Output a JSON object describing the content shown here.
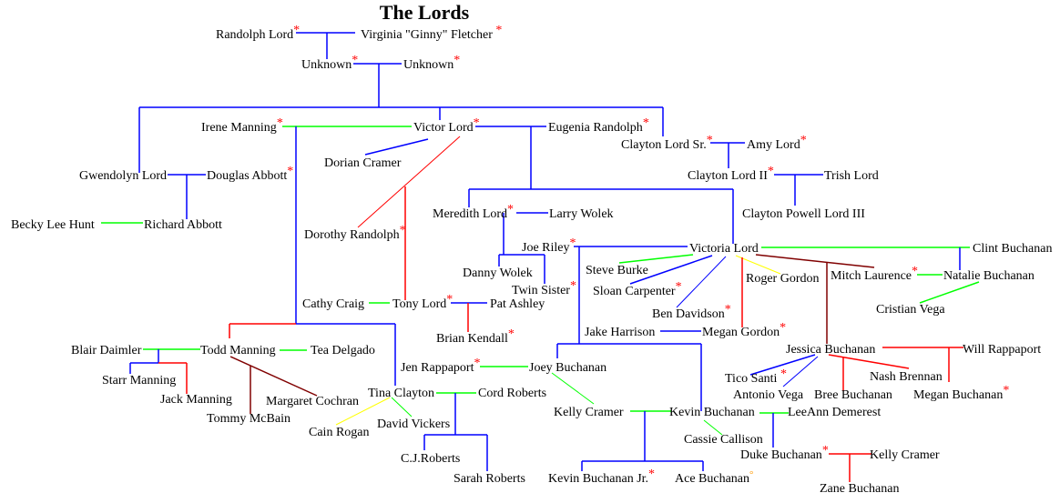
{
  "title": "The Lords",
  "colors": {
    "marriage": "#0000ff",
    "relationship": "#00ff00",
    "child": "#ff0000",
    "affair": "#800000",
    "other": "#ffff00",
    "deceased_marker": "#ff0000",
    "special_marker": "#ff9900"
  },
  "people": [
    {
      "name": "Randolph Lord",
      "mark": "*"
    },
    {
      "name": "Virginia \"Ginny\" Fletcher",
      "mark": " *"
    },
    {
      "name": "Unknown",
      "mark": "*"
    },
    {
      "name": "Unknown",
      "mark": "*"
    },
    {
      "name": "Irene Manning",
      "mark": "*"
    },
    {
      "name": "Victor Lord",
      "mark": "*"
    },
    {
      "name": "Eugenia Randolph",
      "mark": "*"
    },
    {
      "name": "Clayton Lord Sr.",
      "mark": "*"
    },
    {
      "name": "Amy Lord",
      "mark": "*"
    },
    {
      "name": "Dorian Cramer",
      "mark": ""
    },
    {
      "name": "Gwendolyn Lord",
      "mark": ""
    },
    {
      "name": "Douglas Abbott",
      "mark": "*"
    },
    {
      "name": "Clayton Lord II",
      "mark": "*"
    },
    {
      "name": "Trish Lord",
      "mark": ""
    },
    {
      "name": "Becky Lee Hunt",
      "mark": ""
    },
    {
      "name": "Richard Abbott",
      "mark": ""
    },
    {
      "name": "Dorothy Randolph",
      "mark": "*"
    },
    {
      "name": "Meredith Lord",
      "mark": "*"
    },
    {
      "name": "Larry Wolek",
      "mark": ""
    },
    {
      "name": "Clayton Powell Lord III",
      "mark": ""
    },
    {
      "name": "Joe Riley",
      "mark": "*"
    },
    {
      "name": "Victoria Lord",
      "mark": ""
    },
    {
      "name": "Clint Buchanan",
      "mark": ""
    },
    {
      "name": "Danny Wolek",
      "mark": ""
    },
    {
      "name": "Steve Burke",
      "mark": ""
    },
    {
      "name": "Roger Gordon",
      "mark": ""
    },
    {
      "name": "Mitch Laurence",
      "mark": "*"
    },
    {
      "name": "Natalie Buchanan",
      "mark": ""
    },
    {
      "name": "Twin Sister",
      "mark": "*"
    },
    {
      "name": "Sloan Carpenter",
      "mark": "*"
    },
    {
      "name": "Cathy Craig",
      "mark": ""
    },
    {
      "name": "Tony Lord",
      "mark": "*"
    },
    {
      "name": "Pat Ashley",
      "mark": ""
    },
    {
      "name": "Cristian Vega",
      "mark": ""
    },
    {
      "name": "Ben Davidson",
      "mark": "*"
    },
    {
      "name": "Jake Harrison",
      "mark": ""
    },
    {
      "name": "Megan Gordon",
      "mark": "*"
    },
    {
      "name": "Brian Kendall",
      "mark": "*"
    },
    {
      "name": "Blair Daimler",
      "mark": ""
    },
    {
      "name": "Todd Manning",
      "mark": ""
    },
    {
      "name": "Tea Delgado",
      "mark": ""
    },
    {
      "name": "Jessica Buchanan",
      "mark": ""
    },
    {
      "name": "Will Rappaport",
      "mark": ""
    },
    {
      "name": "Jen Rappaport",
      "mark": "*"
    },
    {
      "name": "Joey Buchanan",
      "mark": ""
    },
    {
      "name": "Starr Manning",
      "mark": ""
    },
    {
      "name": "Tico Santi",
      "mark": " *"
    },
    {
      "name": "Nash Brennan",
      "mark": ""
    },
    {
      "name": "Jack Manning",
      "mark": ""
    },
    {
      "name": "Margaret Cochran",
      "mark": ""
    },
    {
      "name": "Tina Clayton",
      "mark": ""
    },
    {
      "name": "Cord Roberts",
      "mark": ""
    },
    {
      "name": "Antonio Vega",
      "mark": ""
    },
    {
      "name": "Bree Buchanan",
      "mark": ""
    },
    {
      "name": "Megan Buchanan",
      "mark": "*"
    },
    {
      "name": "Tommy McBain",
      "mark": ""
    },
    {
      "name": "David Vickers",
      "mark": ""
    },
    {
      "name": "Cain Rogan",
      "mark": ""
    },
    {
      "name": "Kelly Cramer",
      "mark": ""
    },
    {
      "name": "Kevin Buchanan",
      "mark": ""
    },
    {
      "name": "LeeAnn Demerest",
      "mark": ""
    },
    {
      "name": "Cassie Callison",
      "mark": ""
    },
    {
      "name": "Duke Buchanan",
      "mark": "*"
    },
    {
      "name": "Kelly Cramer",
      "mark": ""
    },
    {
      "name": "C.J.Roberts",
      "mark": ""
    },
    {
      "name": "Sarah Roberts",
      "mark": ""
    },
    {
      "name": "Kevin Buchanan Jr.",
      "mark": "*"
    },
    {
      "name": "Ace Buchanan",
      "mark": "°"
    },
    {
      "name": "Zane Buchanan",
      "mark": ""
    }
  ]
}
